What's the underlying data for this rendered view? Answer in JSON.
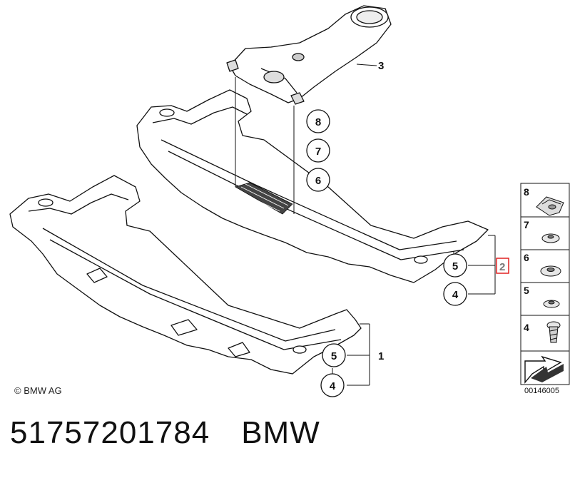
{
  "diagram": {
    "callouts": {
      "part1": "1",
      "part2": "2",
      "part3": "3",
      "circ8": "8",
      "circ7": "7",
      "circ6": "6",
      "circ5_upper": "5",
      "circ4_upper": "4",
      "circ5_lower": "5",
      "circ4_lower": "4"
    },
    "legend": [
      {
        "num": "8",
        "icon": "clip-nut-icon"
      },
      {
        "num": "7",
        "icon": "washer-icon"
      },
      {
        "num": "6",
        "icon": "washer-icon"
      },
      {
        "num": "5",
        "icon": "washer-icon"
      },
      {
        "num": "4",
        "icon": "screw-icon"
      }
    ],
    "diagram_id": "00146005",
    "copyright": "© BMW AG",
    "highlight_color": "#e02020"
  },
  "footer": {
    "part_number": "51757201784",
    "brand": "BMW"
  }
}
